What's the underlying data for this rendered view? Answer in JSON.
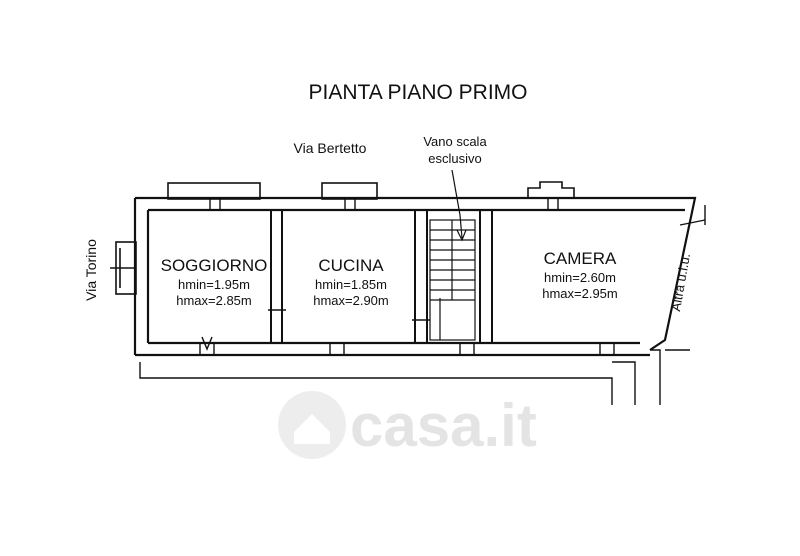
{
  "title": "PIANTA PIANO PRIMO",
  "streets": {
    "top": "Via Bertetto",
    "left": "Via Torino"
  },
  "neighbor": "Altra u.i.u.",
  "stair": {
    "line1": "Vano scala",
    "line2": "esclusivo"
  },
  "rooms": [
    {
      "name": "SOGGIORNO",
      "hmin": "hmin=1.95m",
      "hmax": "hmax=2.85m"
    },
    {
      "name": "CUCINA",
      "hmin": "hmin=1.85m",
      "hmax": "hmax=2.90m"
    },
    {
      "name": "CAMERA",
      "hmin": "hmin=2.60m",
      "hmax": "hmax=2.95m"
    }
  ],
  "watermark": "casa.it",
  "colors": {
    "ink": "#111111",
    "watermark": "#e2e2e2"
  }
}
